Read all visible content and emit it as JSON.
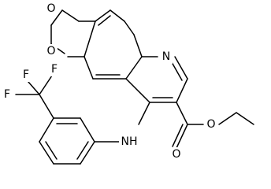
{
  "molecule": {
    "atoms": {
      "o1": "O",
      "o2": "O",
      "n_ring": "N",
      "nh": "NH",
      "o_carbonyl": "O",
      "o_ester": "O",
      "f1": "F",
      "f2": "F",
      "f3": "F"
    }
  }
}
